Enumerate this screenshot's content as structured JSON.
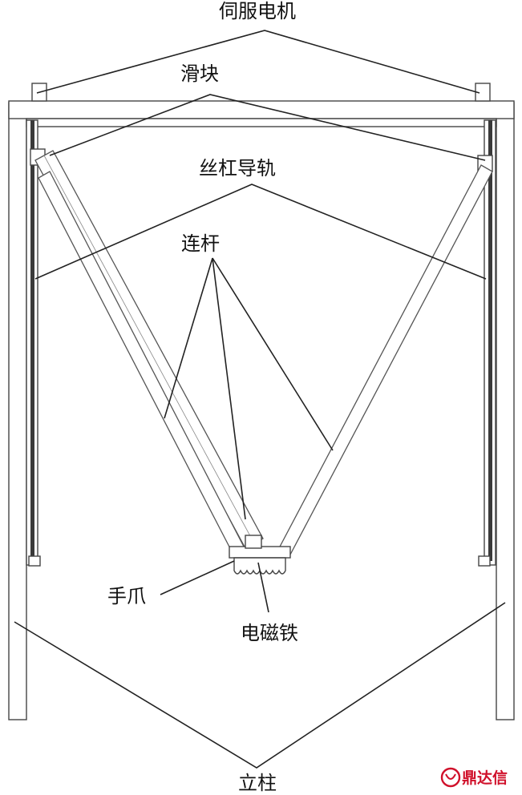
{
  "labels": {
    "servo_motor": "伺服电机",
    "slider": "滑块",
    "screw_rail": "丝杠导轨",
    "link_rod": "连杆",
    "gripper": "手爪",
    "electromagnet": "电磁铁",
    "column": "立柱"
  },
  "watermark": {
    "text": "鼎达信"
  },
  "colors": {
    "line": "#222222",
    "rail": "#3a3a3a",
    "watermark": "#d0102a"
  }
}
